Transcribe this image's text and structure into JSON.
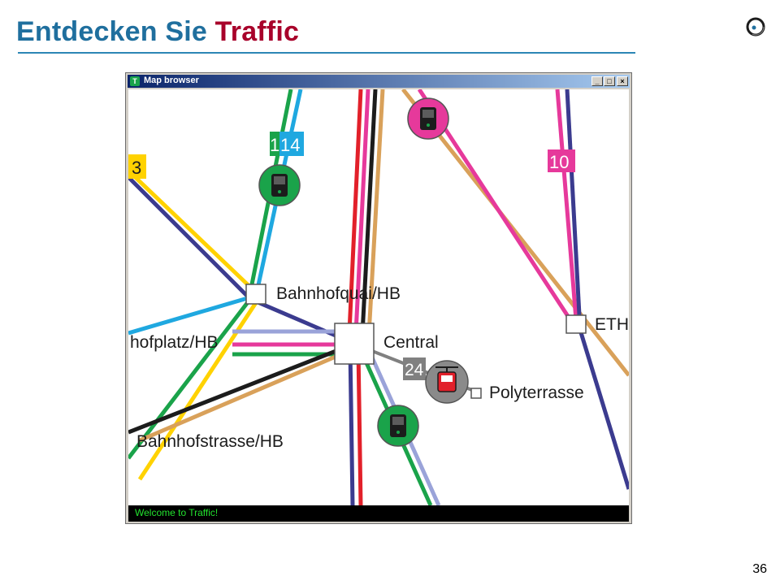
{
  "slide": {
    "title_part1": "Entdecken Sie ",
    "title_part2": "Traffic",
    "page_number": "36",
    "title_color": "#1f6f9e",
    "accent_color": "#a8002a"
  },
  "window": {
    "title": "Map browser",
    "buttons": [
      "minimize",
      "maximize",
      "close"
    ],
    "status": "Welcome to Traffic!"
  },
  "map": {
    "stations": [
      "Bahnhofquai/HB",
      "hofplatz/HB",
      "Central",
      "Polyterrasse",
      "Bahnhofstrasse/HB",
      "ETH"
    ],
    "line_badges": [
      "3",
      "1",
      "14",
      "10",
      "24"
    ],
    "vehicles": [
      "tram-icon",
      "tram-icon",
      "tram-icon",
      "tram-icon",
      "cable-car-icon"
    ],
    "line_colors": {
      "green": "#1aa34a",
      "cyan": "#1fa8e0",
      "yellow": "#ffd200",
      "navy": "#3b3b8f",
      "red": "#e2202a",
      "magenta": "#e6399b",
      "black": "#1c1c1c",
      "tan": "#d9a15a",
      "lavender": "#9aa3d9",
      "gray": "#808080"
    }
  }
}
